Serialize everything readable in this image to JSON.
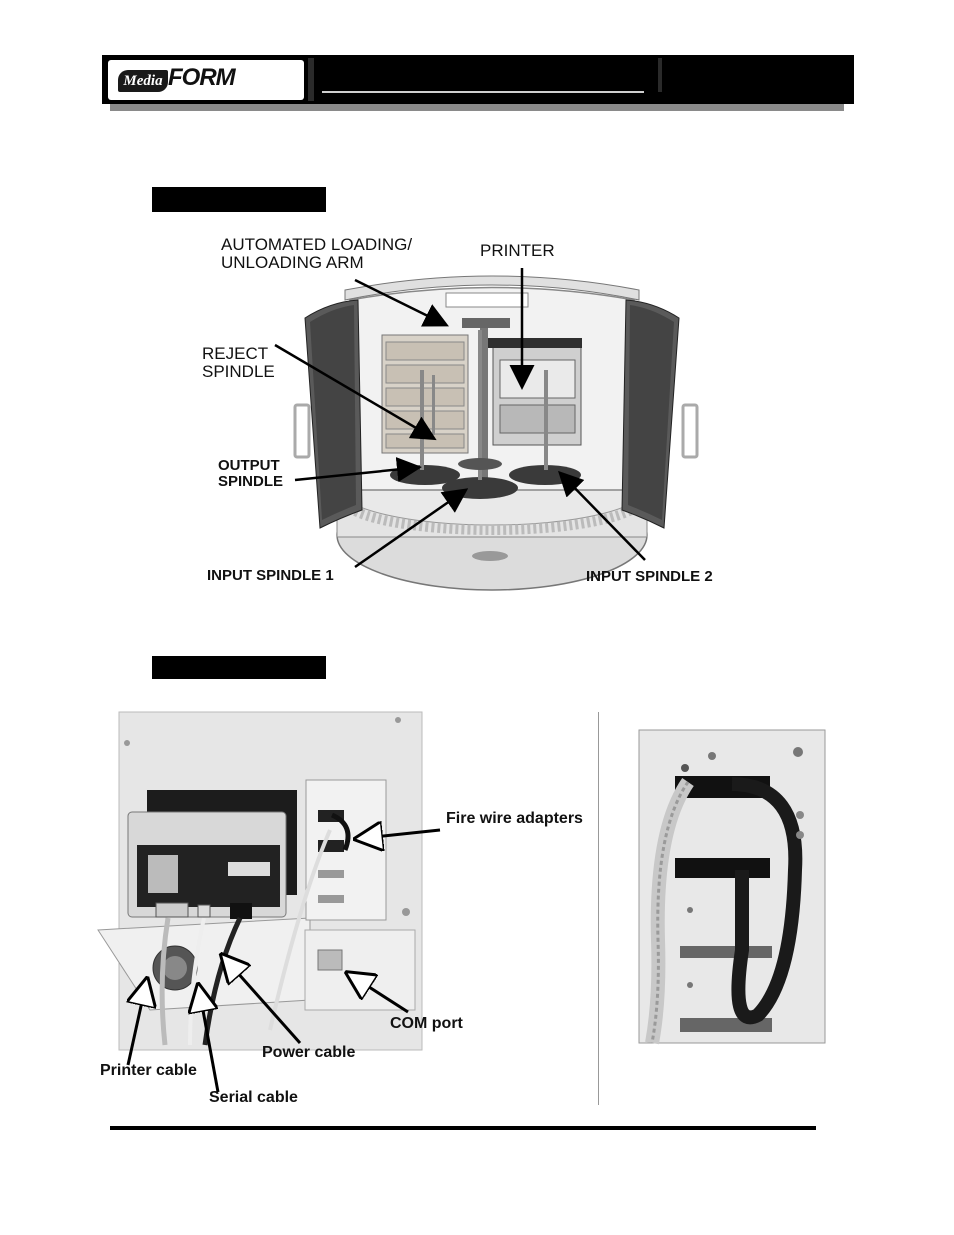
{
  "header": {
    "logo_media": "Media",
    "logo_form": "FORM"
  },
  "figure1": {
    "labels": {
      "arm": "AUTOMATED LOADING/\nUNLOADING ARM",
      "printer": "PRINTER",
      "reject": "REJECT\nSPINDLE",
      "output": "OUTPUT\nSPINDLE",
      "input1": "INPUT SPINDLE 1",
      "input2": "INPUT SPINDLE 2"
    }
  },
  "figure2": {
    "labels": {
      "firewire": "Fire wire adapters",
      "com": "COM port",
      "power": "Power cable",
      "printer_cable": "Printer cable",
      "serial": "Serial cable"
    }
  }
}
